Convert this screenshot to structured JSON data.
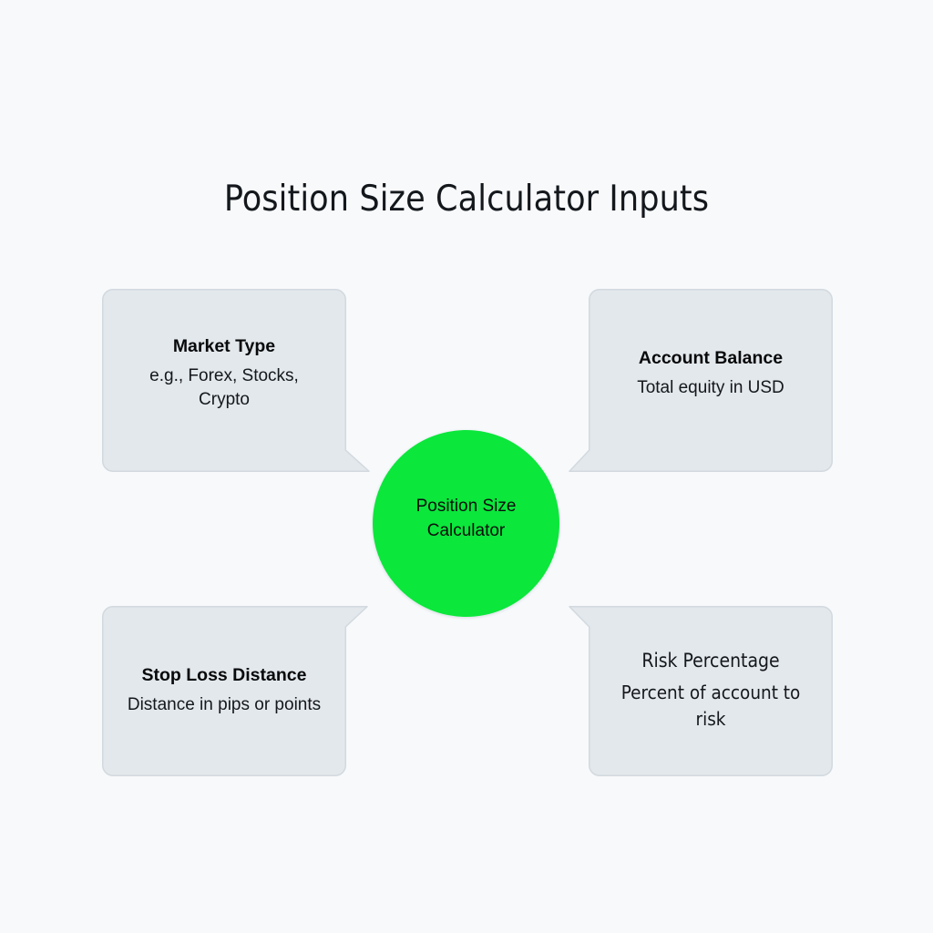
{
  "page": {
    "title": "Position Size Calculator Inputs",
    "background_color": "#f7f9fb"
  },
  "center": {
    "label_line1": "Position Size",
    "label_line2": "Calculator",
    "label": "Position Size Calculator",
    "fill_color": "#0be73b",
    "text_color": "#0a0c0d"
  },
  "callouts": [
    {
      "id": "market-type",
      "title": "Market Type",
      "description": "e.g., Forex, Stocks, Crypto",
      "title_bold": true,
      "tail": "bottom-right",
      "fill_color": "#e3e8ec",
      "border_color": "#d2d9df"
    },
    {
      "id": "account-balance",
      "title": "Account Balance",
      "description": "Total equity in USD",
      "title_bold": true,
      "tail": "bottom-left",
      "fill_color": "#e3e8ec",
      "border_color": "#d2d9df"
    },
    {
      "id": "stop-loss",
      "title": "Stop Loss Distance",
      "description": "Distance in pips or points",
      "title_bold": true,
      "tail": "top-right",
      "fill_color": "#e3e8ec",
      "border_color": "#d2d9df"
    },
    {
      "id": "risk-percentage",
      "title": "Risk Percentage",
      "description": "Percent of account to risk",
      "title_bold": false,
      "tail": "top-left",
      "fill_color": "#e3e8ec",
      "border_color": "#d2d9df"
    }
  ]
}
